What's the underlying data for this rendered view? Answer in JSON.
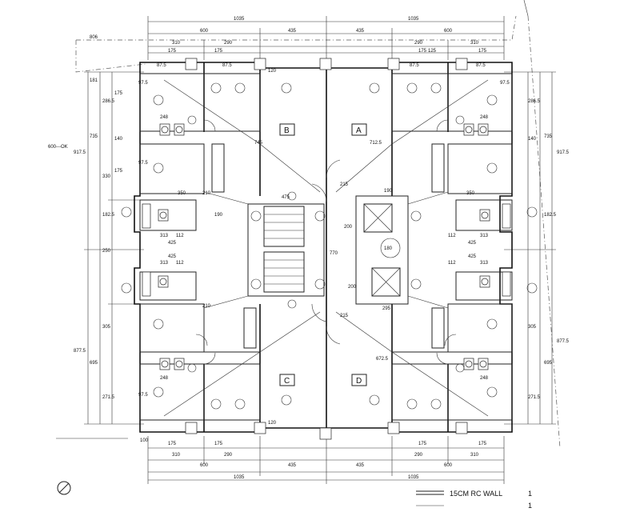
{
  "rooms": [
    {
      "id": "B",
      "label": "B"
    },
    {
      "id": "A",
      "label": "A"
    },
    {
      "id": "C",
      "label": "C"
    },
    {
      "id": "D",
      "label": "D"
    }
  ],
  "dims": {
    "top_total_left": "1035",
    "top_total_right": "1035",
    "top_600_left": "600",
    "top_435_left": "435",
    "top_435_right": "435",
    "top_600_right": "600",
    "top_310_left": "310",
    "top_290_left": "290",
    "top_290_right": "290",
    "top_310_right": "310",
    "top_175_a": "175",
    "top_175_b": "175",
    "top_175_c": "175",
    "top_175_d": "175",
    "top_876_a": "87.5",
    "top_876_b": "87.5",
    "top_876_c": "87.5",
    "top_876_d": "87.5",
    "top_125": "125",
    "top_806": "806",
    "left_1815": "181",
    "left_2865": "286.5",
    "left_175a": "175",
    "left_140": "140",
    "left_735": "735",
    "left_330": "330",
    "left_175b": "175",
    "left_1825": "182.5",
    "left_9175": "917.5",
    "left_250": "250",
    "left_8775": "877.5",
    "left_305": "305",
    "left_695": "695",
    "left_2715": "271.5",
    "right_2865": "286.5",
    "right_140": "140",
    "right_735": "735",
    "right_9175": "917.5",
    "right_1825": "182.5",
    "right_305": "305",
    "right_695": "695",
    "right_8775": "877.5",
    "right_2715": "271.5",
    "mid_350a": "350",
    "mid_350b": "350",
    "mid_210a": "210",
    "mid_210b": "210",
    "mid_475": "475",
    "mid_190a": "190",
    "mid_190b": "190",
    "mid_425a": "425",
    "mid_425b": "425",
    "mid_425c": "425",
    "mid_425d": "425",
    "mid_313a": "313",
    "mid_313b": "313",
    "mid_313c": "313",
    "mid_313d": "313",
    "mid_112a": "112",
    "mid_112b": "112",
    "mid_112c": "112",
    "mid_112d": "112",
    "mid_248a": "248",
    "mid_248b": "248",
    "mid_248c": "248",
    "mid_248d": "248",
    "mid_975a": "97.5",
    "mid_975b": "97.5",
    "mid_975c": "97.5",
    "mid_975d": "97.5",
    "mid_200a": "200",
    "mid_200b": "200",
    "mid_295": "295",
    "mid_215a": "215",
    "mid_215b": "215",
    "mid_745": "745",
    "mid_7125": "712.5",
    "mid_6725": "672.5",
    "mid_770": "770",
    "mid_600ok": "600---OK",
    "mid_180": "180",
    "mid_100": "100",
    "mid_120a": "120",
    "mid_120b": "120"
  },
  "legend": {
    "wall_label": "15CM RC WALL",
    "count_1": "1",
    "count_2": "1"
  }
}
